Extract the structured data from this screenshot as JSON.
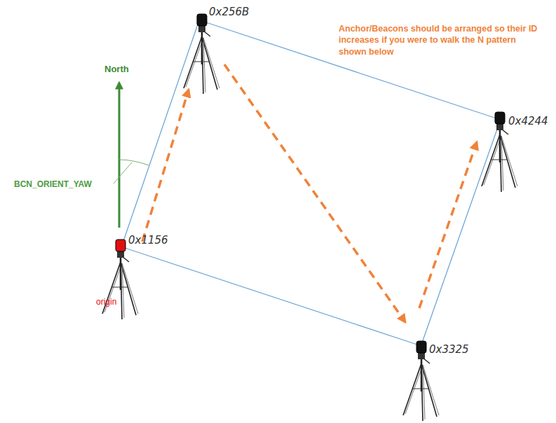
{
  "diagram": {
    "labels": [
      "Anchor/Beacons should be arranged so their ID increases if you were to walk the N pattern shown below",
      "North",
      "BCN_ORIENT_YAW",
      "0x1156",
      "origin",
      "0x256B",
      "0x4244",
      "0x3325"
    ]
  }
}
